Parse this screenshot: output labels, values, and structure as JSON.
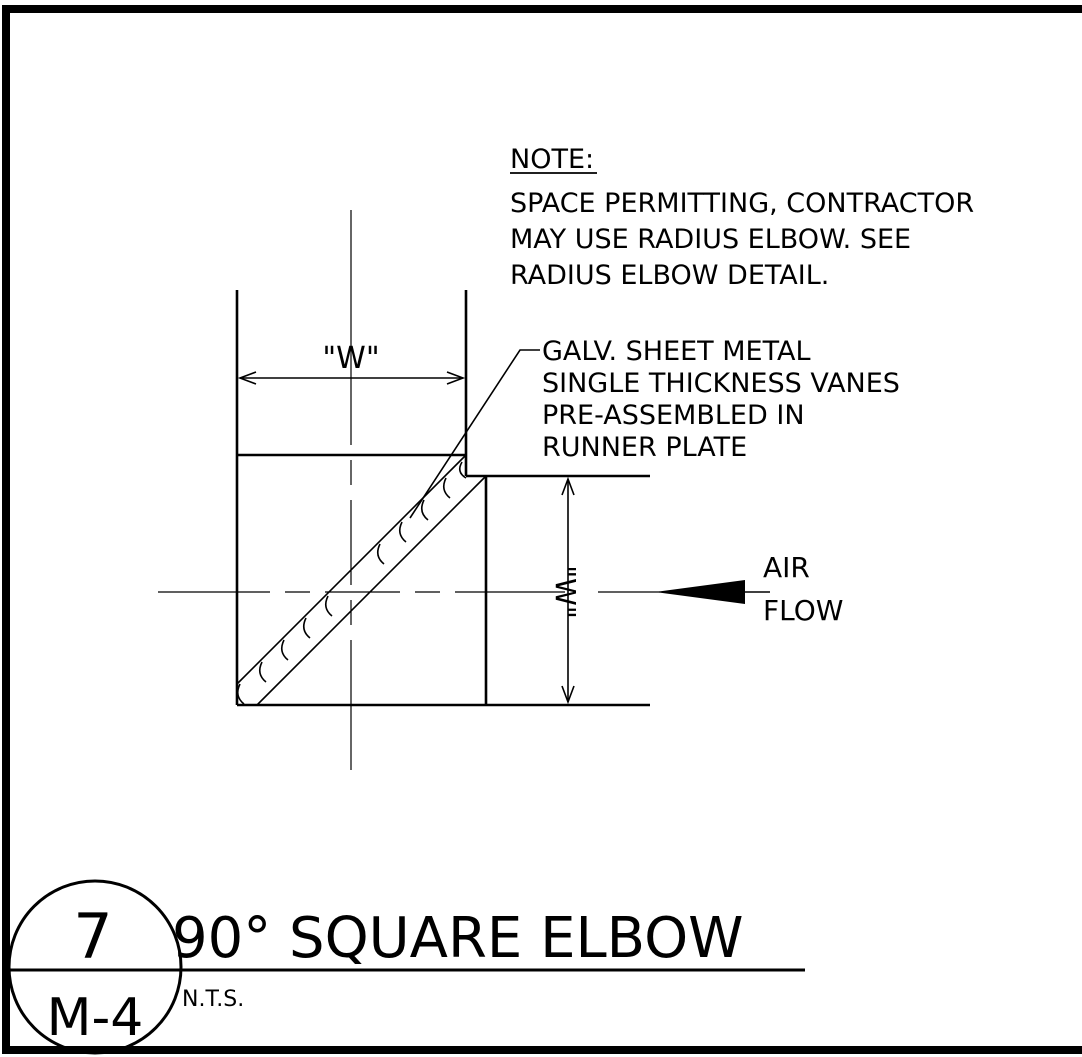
{
  "note": {
    "heading": "NOTE:",
    "lines": [
      "SPACE PERMITTING, CONTRACTOR",
      "MAY USE RADIUS ELBOW. SEE",
      "RADIUS ELBOW DETAIL."
    ]
  },
  "callout": {
    "lines": [
      "GALV. SHEET METAL",
      "SINGLE THICKNESS VANES",
      "PRE-ASSEMBLED IN",
      "RUNNER PLATE"
    ]
  },
  "dimensions": {
    "width_label": "\"W\"",
    "side_label": "\"W\""
  },
  "airflow": {
    "line1": "AIR",
    "line2": "FLOW"
  },
  "title_block": {
    "detail_number": "7",
    "sheet_number": "M-4",
    "title": "90° SQUARE ELBOW",
    "scale": "N.T.S."
  }
}
